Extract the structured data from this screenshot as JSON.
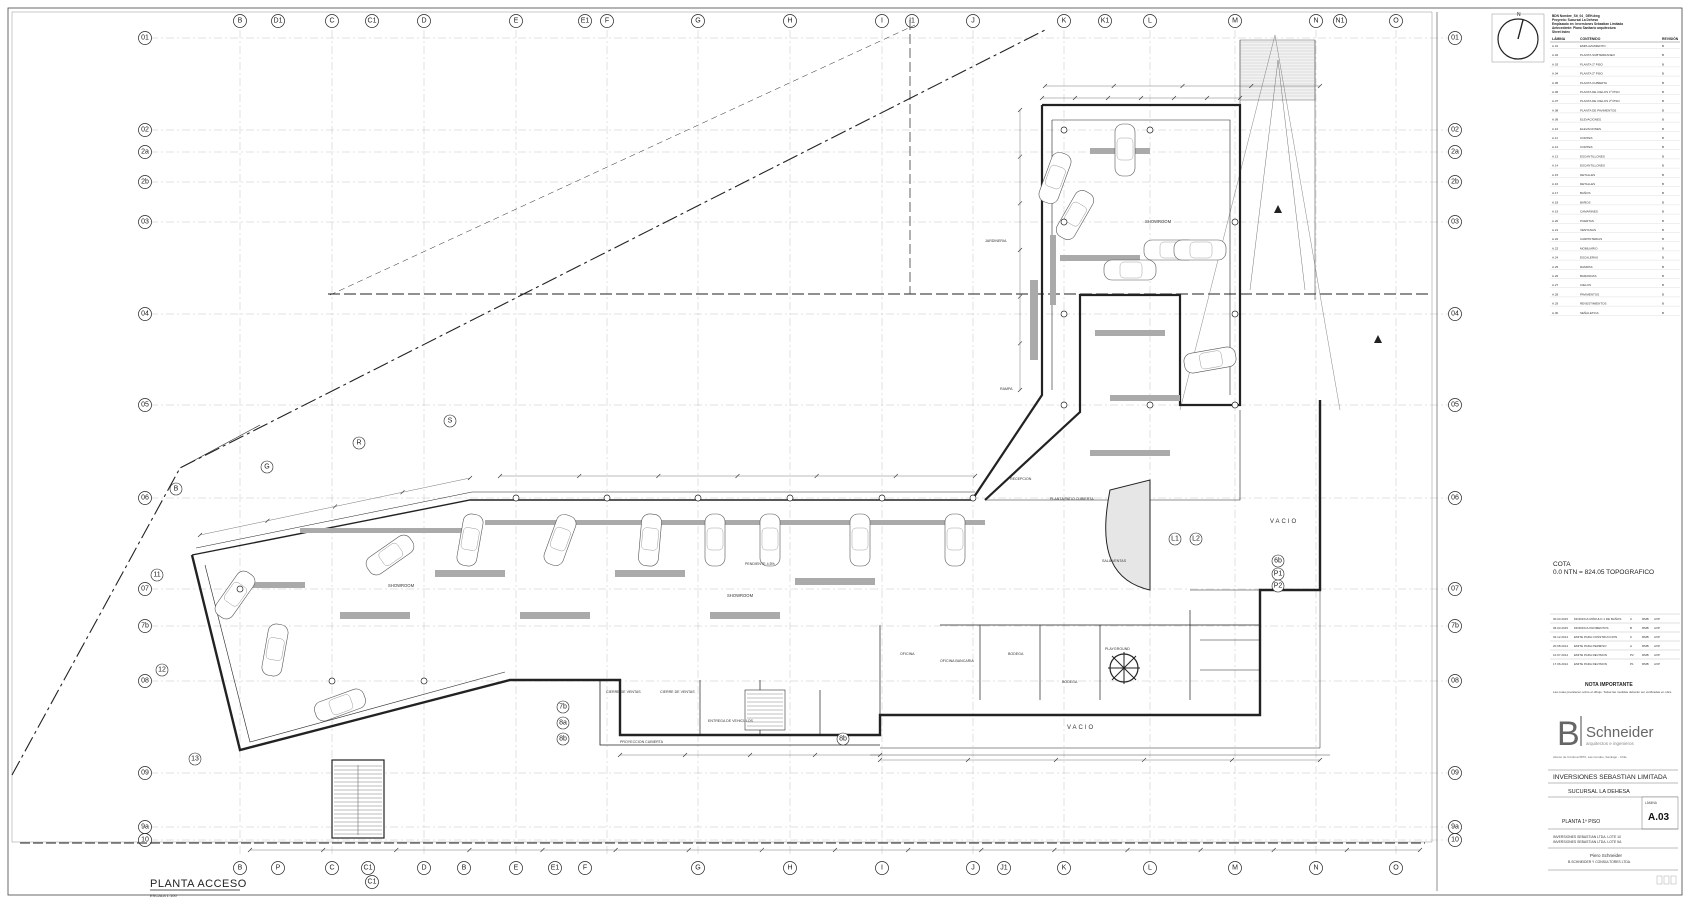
{
  "drawing": {
    "title": "PLANTA ACCESO",
    "scale": "ESCALA 1:100",
    "rooms": {
      "showroom_main": "SHOWROOM",
      "showroom_main_2": "SHOWROOM",
      "showroom_north": "SHOWROOM",
      "vacio_east": "VACIO",
      "vacio_south": "VACIO",
      "jardineria": "JARDINERIA",
      "sala_ventas": "SALA VENTAS",
      "recepcion": "RECEPCION",
      "cierre_ventas_1": "CIERRE DE VENTAS",
      "cierre_ventas_2": "CIERRE DE VENTAS",
      "entrega_vehiculos": "ENTREGA DE VEHICULOS",
      "oficina": "OFICINA",
      "oficina_bancaria": "OFICINA BANCARIA",
      "bodega": "BODEGA",
      "playground": "PLAYGROUND",
      "bodega_2": "BODEGA",
      "proyeccion_cubierta": "PROYECCION CUBIERTA",
      "pendiente": "PENDIENTE 4,5%",
      "planta_patio": "PLANTA PATIO CUBIERTA",
      "rampa": "RAMPA"
    },
    "grid_top": [
      "B",
      "D1",
      "C",
      "C1",
      "D",
      "E",
      "E1",
      "F",
      "G",
      "H",
      "I",
      "I1",
      "J",
      "K",
      "K1",
      "L",
      "M",
      "N",
      "N1",
      "O"
    ],
    "grid_bottom": [
      "B",
      "P",
      "C",
      "C1",
      "D",
      "B",
      "E",
      "E1",
      "F",
      "G",
      "H",
      "I",
      "J",
      "J1",
      "K",
      "L",
      "M",
      "N",
      "O"
    ],
    "grid_left": [
      "01",
      "02",
      "2a",
      "2b",
      "03",
      "04",
      "05",
      "06",
      "07",
      "7b",
      "08",
      "09",
      "9a",
      "10"
    ],
    "grid_right": [
      "01",
      "02",
      "2a",
      "2b",
      "03",
      "04",
      "05",
      "06",
      "07",
      "7b",
      "08",
      "09",
      "9a",
      "10"
    ],
    "plan_bubbles": {
      "G": "G",
      "R": "R",
      "S": "S",
      "B": "B",
      "eleven": "11",
      "twelve": "12",
      "thirteen": "13",
      "L1": "L1",
      "L2": "L2",
      "P1": "P1",
      "P2": "P2",
      "sixa": "6b",
      "sevena": "7b",
      "eighta": "8a",
      "eightb": "8b",
      "eightc": "8b"
    }
  },
  "title_block": {
    "north_label": "N",
    "header_lines": [
      "BDN Nombre_Sit_04_ DEH.dwg",
      "Proyecto: Sucursal La Dehesa",
      "Emplazado en: Inversiones Sebastian Limitada",
      "Antecedente: Plano Sanitario arquitectura",
      "Sheet Index"
    ],
    "sheet_index_headers": [
      "LÁMINA",
      "CONTENIDO",
      "REVISIÓN"
    ],
    "sheet_index": [
      [
        "A.01",
        "EMPLAZAMIENTO",
        "B"
      ],
      [
        "A.02",
        "PLANTA SUBTERRANEO",
        "B"
      ],
      [
        "A.03",
        "PLANTA 1º PISO",
        "B"
      ],
      [
        "A.04",
        "PLANTA 2º PISO",
        "B"
      ],
      [
        "A.05",
        "PLANTA CUBIERTA",
        "B"
      ],
      [
        "A.06",
        "PLANTA DE CIELOS 1º PISO",
        "B"
      ],
      [
        "A.07",
        "PLANTA DE CIELOS 2º PISO",
        "B"
      ],
      [
        "A.08",
        "PLANTA DE PAVIMENTOS",
        "B"
      ],
      [
        "A.09",
        "ELEVACIONES",
        "B"
      ],
      [
        "A.10",
        "ELEVACIONES",
        "B"
      ],
      [
        "A.11",
        "CORTES",
        "B"
      ],
      [
        "A.12",
        "CORTES",
        "B"
      ],
      [
        "A.13",
        "ESCANTILLONES",
        "B"
      ],
      [
        "A.14",
        "ESCANTILLONES",
        "B"
      ],
      [
        "A.15",
        "DETALLES",
        "B"
      ],
      [
        "A.16",
        "DETALLES",
        "B"
      ],
      [
        "A.17",
        "BAÑOS",
        "B"
      ],
      [
        "A.18",
        "BAÑOS",
        "B"
      ],
      [
        "A.19",
        "CAMARINES",
        "B"
      ],
      [
        "A.20",
        "PUERTAS",
        "B"
      ],
      [
        "A.21",
        "VENTANAS",
        "B"
      ],
      [
        "A.22",
        "CARPINTERIAS",
        "B"
      ],
      [
        "A.23",
        "MOBILIARIO",
        "B"
      ],
      [
        "A.24",
        "ESCALERAS",
        "B"
      ],
      [
        "A.25",
        "RAMPAS",
        "B"
      ],
      [
        "A.26",
        "BARANDAS",
        "B"
      ],
      [
        "A.27",
        "CIELOS",
        "B"
      ],
      [
        "A.28",
        "PAVIMENTOS",
        "B"
      ],
      [
        "A.29",
        "REVESTIMIENTOS",
        "B"
      ],
      [
        "A.30",
        "SEÑALETICA",
        "B"
      ]
    ],
    "cota_label": "COTA",
    "cota_value": "0.0 NTN = 824.05 TOPOGRAFICO",
    "revisions": [
      [
        "30.03.2015",
        "MODIFICA MÓDULO 1 DE BAÑOS",
        "C",
        "RMB",
        "AXP"
      ],
      [
        "06.03.2015",
        "MODIFICA PAVIMENTOS",
        "B",
        "RMB",
        "AXP"
      ],
      [
        "02.12.2014",
        "EMITE PARA CONSTRUCCION",
        "0",
        "RMB",
        "AXP"
      ],
      [
        "20.08.2014",
        "EMITE PARA PERMISO",
        "A",
        "RMB",
        "AXP"
      ],
      [
        "10.07.2014",
        "EMITE PARA REVISION",
        "P2",
        "RMB",
        "AXP"
      ],
      [
        "17.06.2014",
        "EMITE PARA REVISION",
        "P1",
        "RMB",
        "AXP"
      ]
    ],
    "note_title": "NOTA IMPORTANTE",
    "note_text": "Las cotas prevalecen sobre el dibujo. Todas las medidas deberán ser verificadas en obra.",
    "firm_initial": "B",
    "firm_name": "Schneider",
    "firm_subtitle": "arquitectos e ingenieros",
    "firm_address": "Alonso de Córdova 5870, Las Condes, Santiago - Chile",
    "client": "INVERSIONES SEBASTIAN LIMITADA",
    "project": "SUCURSAL LA DEHESA",
    "sheet_label": "LÁMINA",
    "sheet_number": "A.03",
    "sheet_title": "PLANTA 1º PISO",
    "owner_1": "INVERSIONES SEBASTIAN LTDA. LOTE 10",
    "owner_2": "INVERSIONES SEBASTIAN LTDA. LOTE 5A",
    "architect": "Piero Schneider",
    "architect_firm": "B.SCHNEIDER Y CONSULTORES LTDA."
  },
  "colors": {
    "line": "#333333",
    "grid": "#9a9a9a",
    "wall": "#222222",
    "paper": "#ffffff",
    "hatch": "#bbbbbb"
  }
}
